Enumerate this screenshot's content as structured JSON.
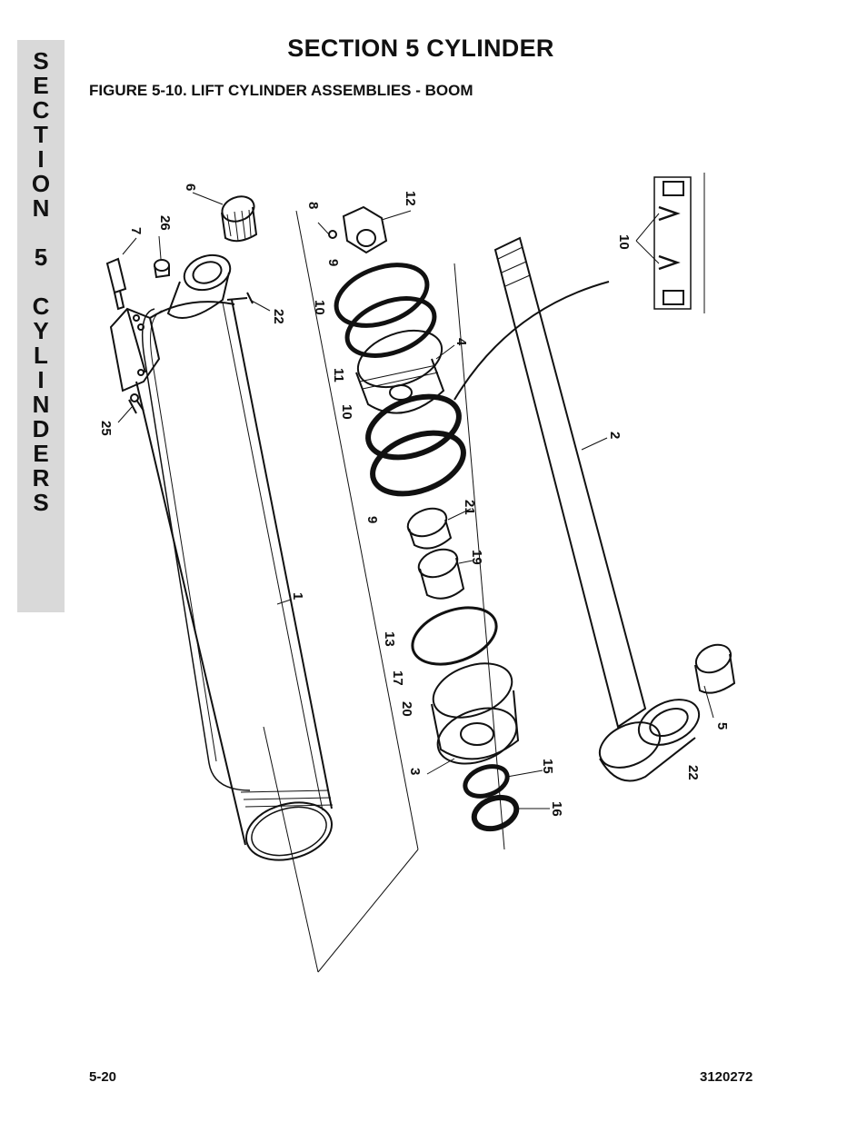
{
  "side_tab": {
    "letters": [
      "S",
      "E",
      "C",
      "T",
      "I",
      "O",
      "N",
      "",
      "5",
      "",
      "C",
      "Y",
      "L",
      "I",
      "N",
      "D",
      "E",
      "R",
      "S"
    ]
  },
  "header": {
    "section_title": "SECTION 5  CYLINDER",
    "figure_title": "FIGURE 5-10.  LIFT CYLINDER ASSEMBLIES - BOOM"
  },
  "callouts": {
    "c1": "1",
    "c2": "2",
    "c3": "3",
    "c4": "4",
    "c5": "5",
    "c6": "6",
    "c7": "7",
    "c8": "8",
    "c9a": "9",
    "c9b": "9",
    "c10a": "10",
    "c10b": "10",
    "c10c": "10",
    "c11": "11",
    "c12": "12",
    "c13": "13",
    "c15": "15",
    "c16": "16",
    "c17": "17",
    "c19": "19",
    "c20": "20",
    "c21": "21",
    "c22a": "22",
    "c22b": "22",
    "c25": "25",
    "c26": "26"
  },
  "footer": {
    "page_number": "5-20",
    "doc_number": "3120272"
  }
}
